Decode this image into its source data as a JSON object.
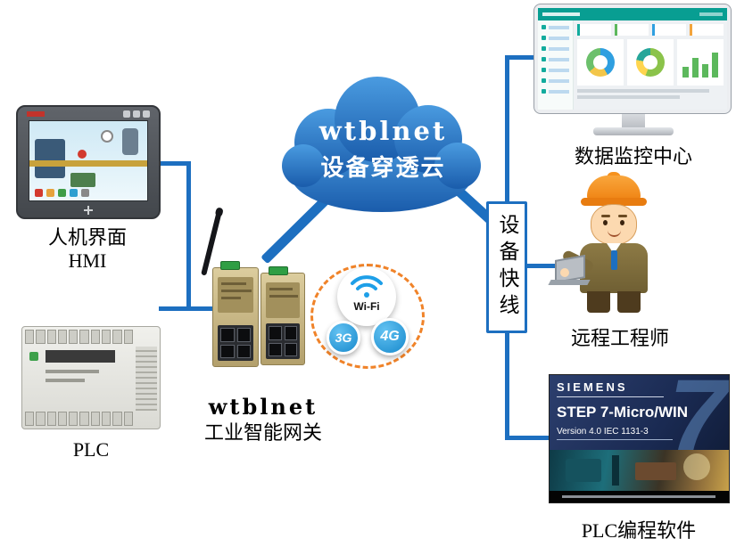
{
  "colors": {
    "connector_blue": "#1d6fc0",
    "cloud_blue_top": "#4a9be0",
    "cloud_blue_bottom": "#1a5cab",
    "dashed_orange": "#f08329",
    "badge_blue": "#1789cc",
    "wifi_blue": "#1e9fe8",
    "hardhat_orange": "#f6921e"
  },
  "cloud": {
    "title": "wtblnet",
    "subtitle": "设备穿透云"
  },
  "hmi": {
    "label_line1": "人机界面",
    "label_line2": "HMI"
  },
  "plc": {
    "label": "PLC"
  },
  "gateway": {
    "label_line1": "wtblnet",
    "label_line2": "工业智能网关"
  },
  "wireless": {
    "wifi_label": "Wi-Fi",
    "badge_3g": "3G",
    "badge_4g": "4G"
  },
  "express_box": {
    "label": "设备快线"
  },
  "monitor": {
    "label": "数据监控中心"
  },
  "engineer": {
    "label": "远程工程师"
  },
  "plc_software": {
    "label": "PLC编程软件",
    "brand": "SIEMENS",
    "title": "STEP 7-Micro/WIN",
    "version": "Version 4.0  IEC 1131-3",
    "watermark": "7"
  }
}
